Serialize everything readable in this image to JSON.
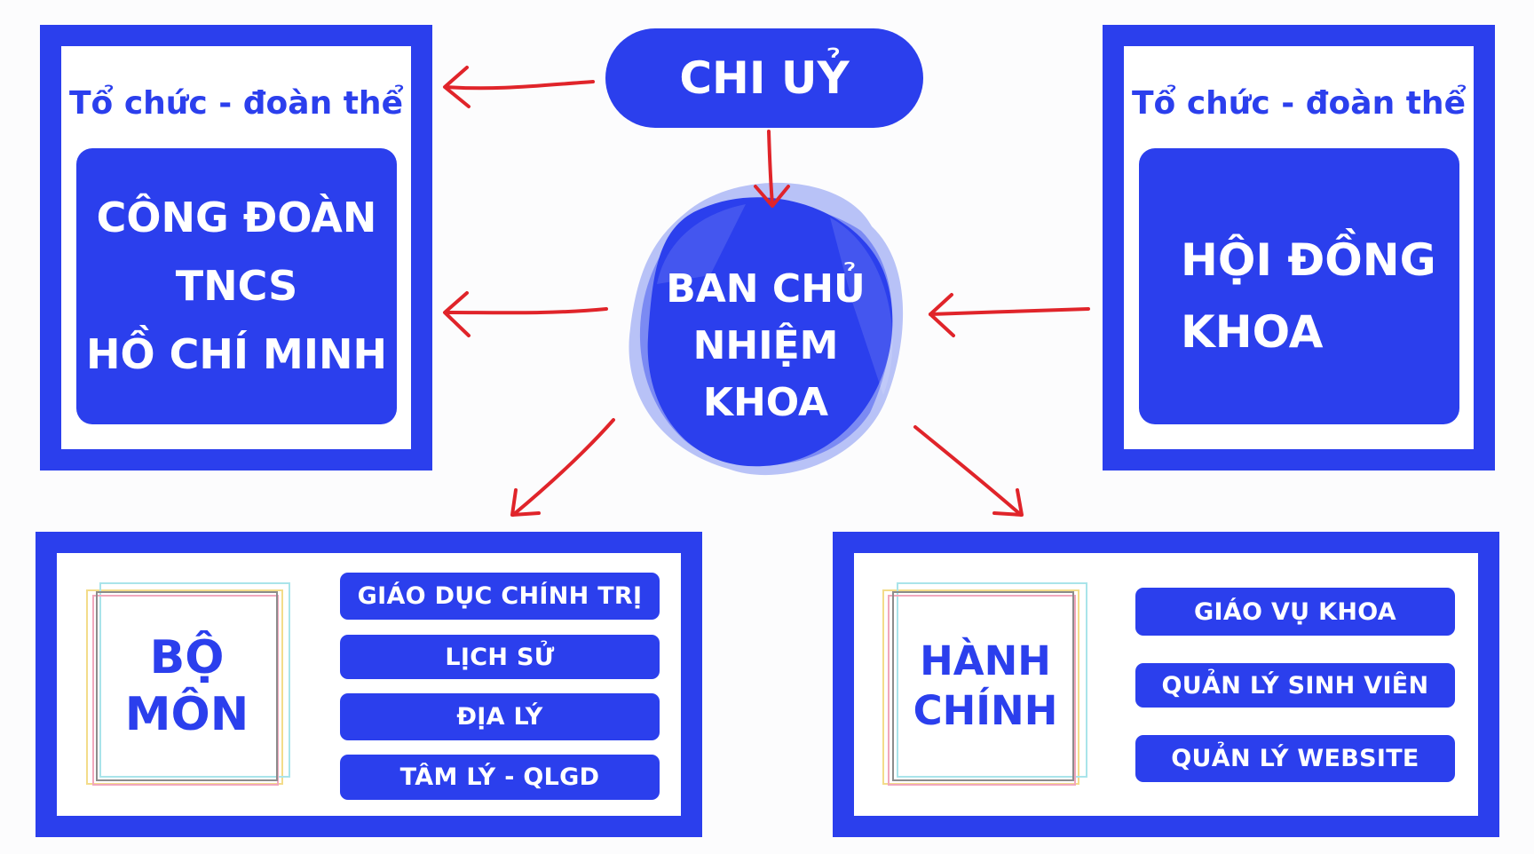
{
  "top": {
    "label": "CHI UỶ"
  },
  "center": {
    "lines": [
      "BAN CHỦ",
      "NHIỆM",
      "KHOA"
    ]
  },
  "left_panel": {
    "subtitle": "Tổ chức - đoàn thể",
    "lines": [
      "CÔNG ĐOÀN",
      "TNCS",
      "HỒ CHÍ MINH"
    ]
  },
  "right_panel": {
    "subtitle": "Tổ chức - đoàn thể",
    "lines": [
      "HỘI ĐỒNG",
      "KHOA"
    ]
  },
  "bo_mon": {
    "title_lines": [
      "BỘ",
      "MÔN"
    ],
    "items": [
      "GIÁO DỤC CHÍNH TRỊ",
      "LỊCH SỬ",
      "ĐỊA LÝ",
      "TÂM LÝ - QLGD"
    ]
  },
  "hanh_chinh": {
    "title_lines": [
      "HÀNH",
      "CHÍNH"
    ],
    "items": [
      "GIÁO VỤ KHOA",
      "QUẢN LÝ SINH VIÊN",
      "QUẢN LÝ WEBSITE"
    ]
  },
  "colors": {
    "primary": "#2b3fed",
    "arrow": "#e0242a",
    "background": "#fcfcfd"
  }
}
